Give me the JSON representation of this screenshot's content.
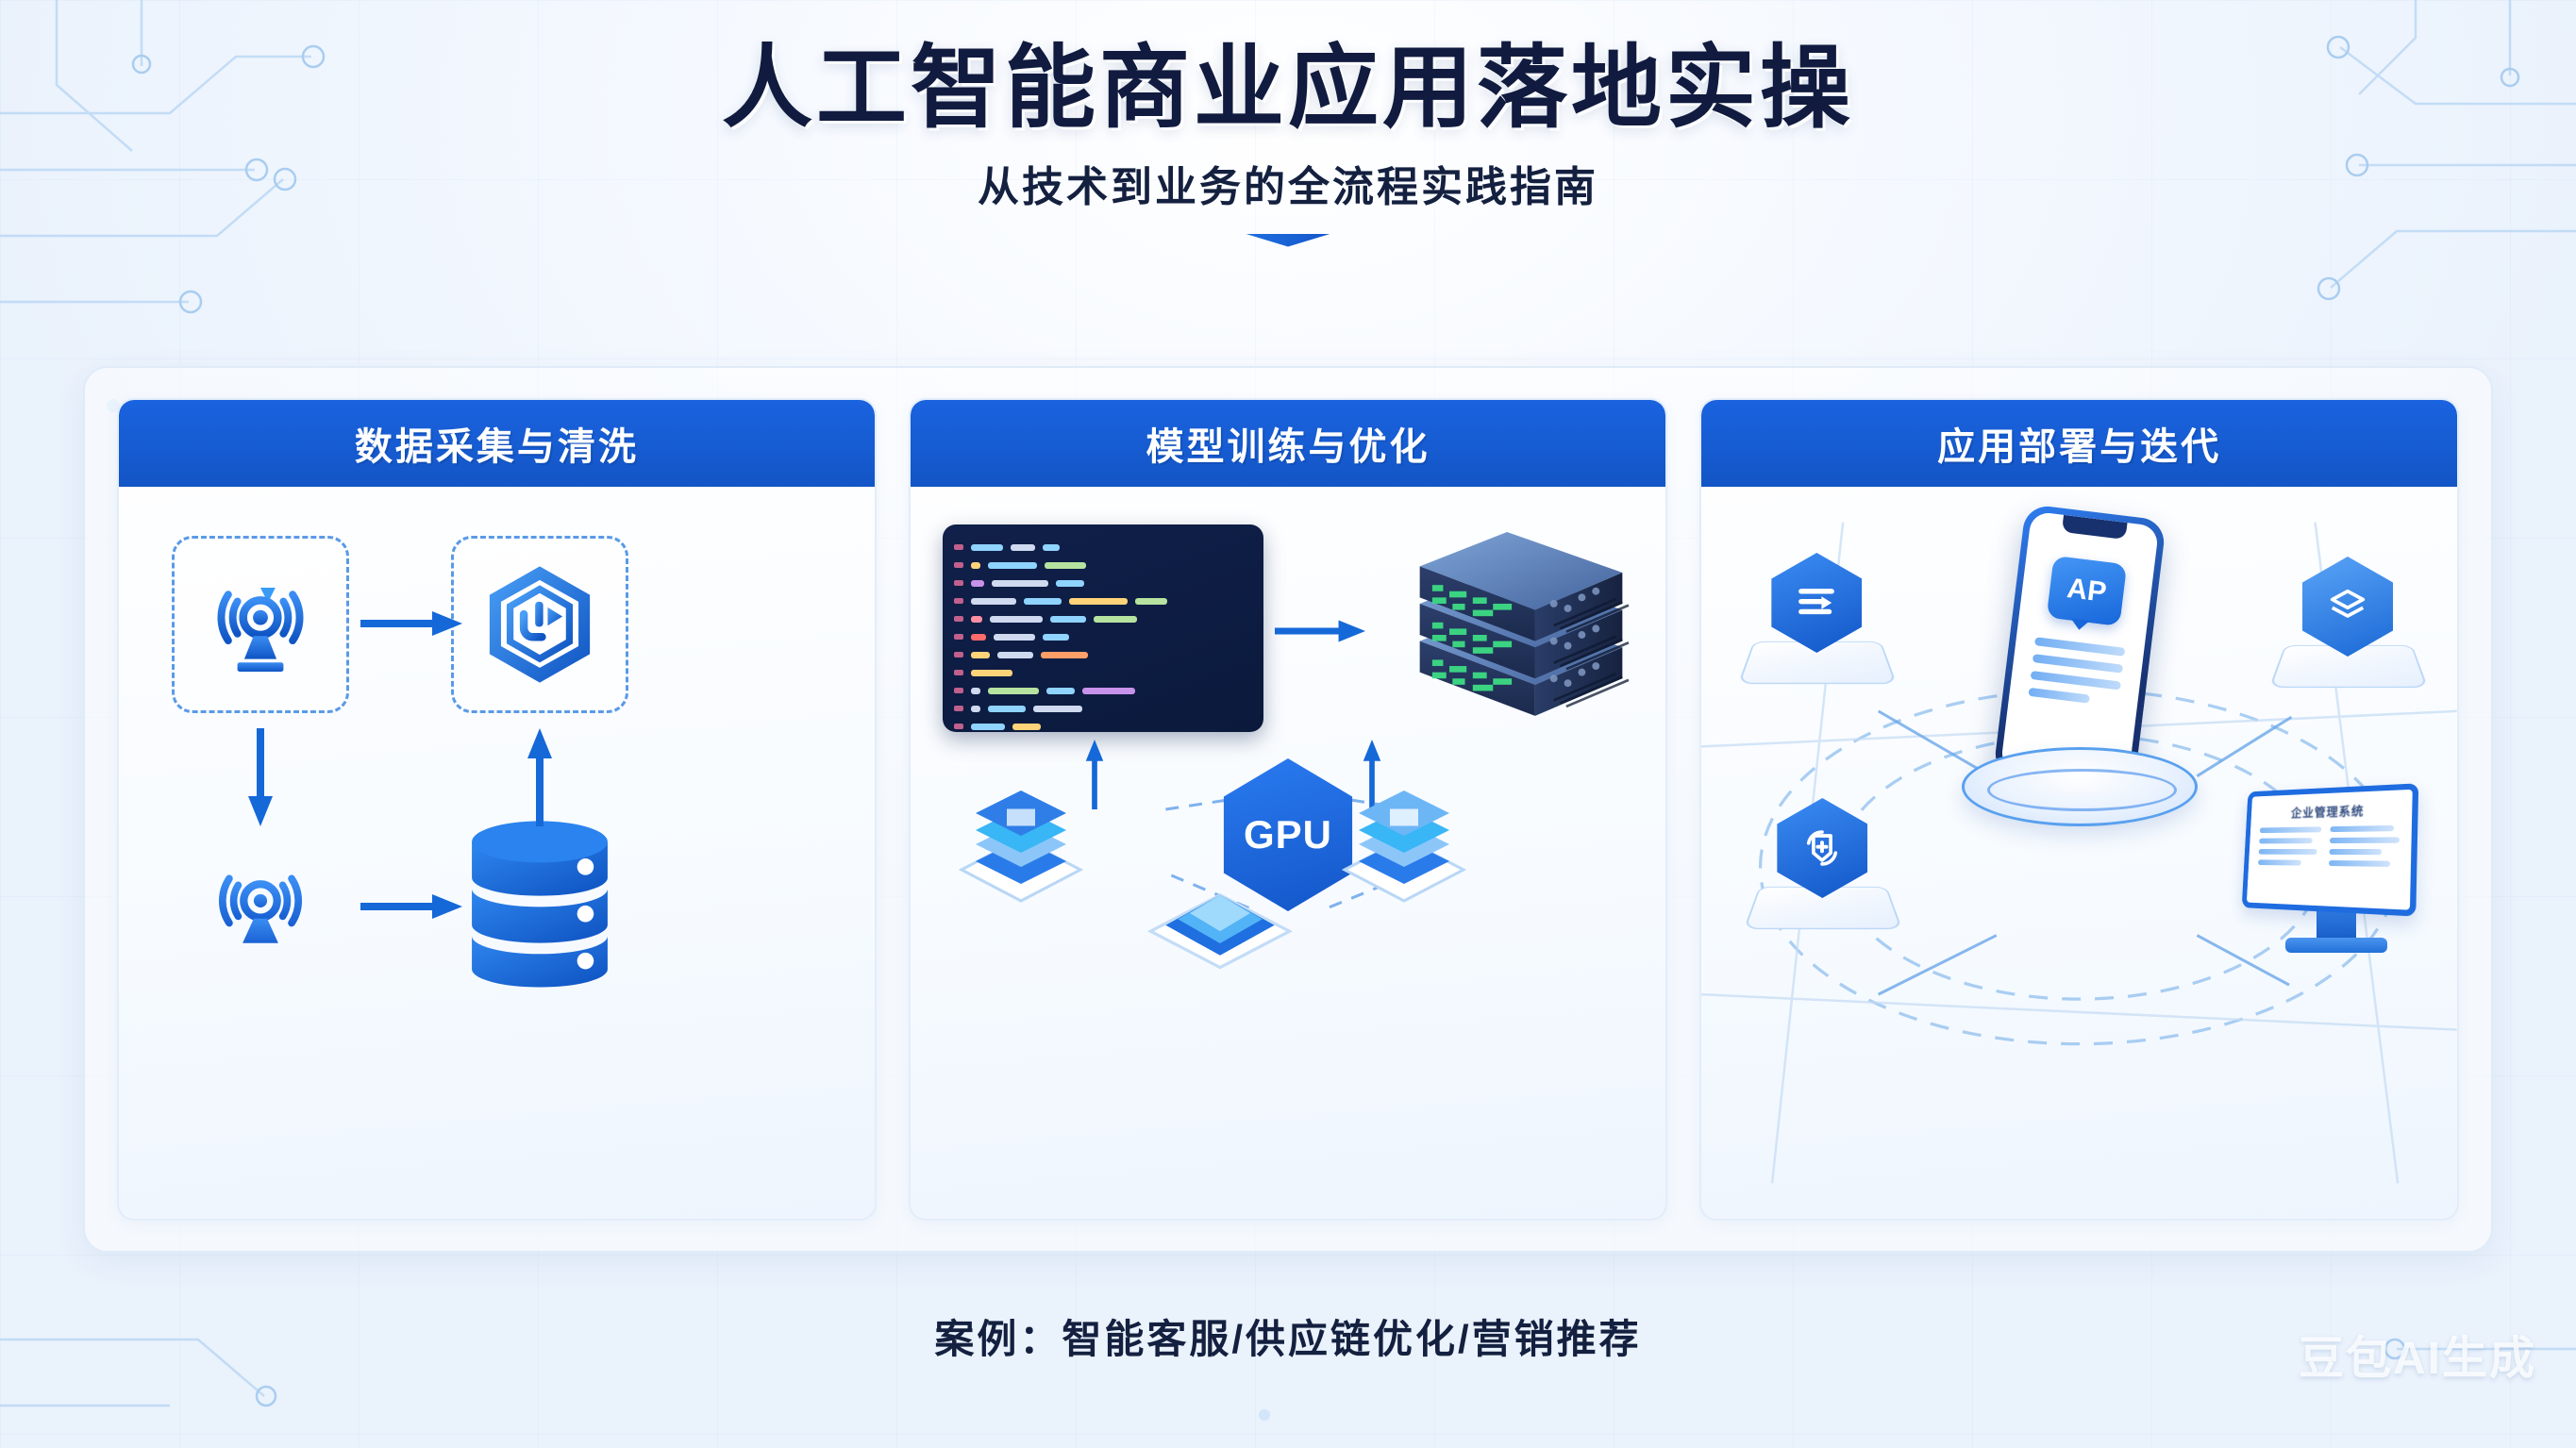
{
  "header": {
    "title": "人工智能商业应用落地实操",
    "subtitle": "从技术到业务的全流程实践指南"
  },
  "colors": {
    "title_navy": "#111b3f",
    "header_blue": "#1559D6",
    "accent_blue": "#1f6fe0",
    "light_blue": "#4596f5",
    "panel_bg": "#f7fbff",
    "code_bg": "#0b193c",
    "led_green": "#3ddc84"
  },
  "panels": [
    {
      "title": "数据采集与清洗",
      "nodes": [
        {
          "name": "sensor-antenna-top",
          "icon": "broadcast-antenna-icon"
        },
        {
          "name": "data-processing-hex",
          "icon": "hexagon-process-icon"
        },
        {
          "name": "sensor-antenna-bottom",
          "icon": "broadcast-antenna-icon"
        },
        {
          "name": "database-store",
          "icon": "database-cylinder-icon"
        }
      ],
      "arrows": [
        "arrow-right-top",
        "arrow-down-left",
        "arrow-right-bottom",
        "arrow-up-right"
      ]
    },
    {
      "title": "模型训练与优化",
      "nodes": [
        {
          "name": "code-editor",
          "icon": "code-window-icon"
        },
        {
          "name": "server-rack",
          "icon": "server-stack-icon"
        },
        {
          "name": "gpu-core",
          "icon": "gpu-hexagon-icon",
          "label": "GPU"
        },
        {
          "name": "layer-stack-left",
          "icon": "iso-layers-icon"
        },
        {
          "name": "layer-stack-right",
          "icon": "iso-layers-icon"
        },
        {
          "name": "layer-stack-bottom",
          "icon": "iso-layers-icon"
        }
      ],
      "arrows": [
        "arrow-right-code-to-server",
        "arrow-up-left",
        "arrow-up-right"
      ]
    },
    {
      "title": "应用部署与迭代",
      "nodes": [
        {
          "name": "mobile-app",
          "icon": "smartphone-icon",
          "screen_badge": "AP"
        },
        {
          "name": "api-node",
          "icon": "hexagon-list-icon"
        },
        {
          "name": "sync-node",
          "icon": "hexagon-sync-icon"
        },
        {
          "name": "cdn-node",
          "icon": "hexagon-layers-icon"
        },
        {
          "name": "desktop-dashboard",
          "icon": "monitor-icon",
          "screen_title": "企业管理系统"
        }
      ]
    }
  ],
  "code_editor": {
    "lines": [
      [
        {
          "w": 34,
          "c": "#8fd3ff"
        },
        {
          "w": 26,
          "c": "#cfd9ef"
        },
        {
          "w": 18,
          "c": "#8fd3ff"
        }
      ],
      [
        {
          "w": 10,
          "c": "#ffd479"
        },
        {
          "w": 52,
          "c": "#8fd3ff"
        },
        {
          "w": 44,
          "c": "#b6e3a0"
        }
      ],
      [
        {
          "w": 14,
          "c": "#c792ea"
        },
        {
          "w": 60,
          "c": "#cfd9ef"
        },
        {
          "w": 30,
          "c": "#8fd3ff"
        }
      ],
      [
        {
          "w": 48,
          "c": "#cfd9ef"
        },
        {
          "w": 40,
          "c": "#8fd3ff"
        },
        {
          "w": 62,
          "c": "#ffd479"
        },
        {
          "w": 34,
          "c": "#b6e3a0"
        }
      ],
      [
        {
          "w": 12,
          "c": "#ff8fa3"
        },
        {
          "w": 56,
          "c": "#cfd9ef"
        },
        {
          "w": 38,
          "c": "#8fd3ff"
        },
        {
          "w": 46,
          "c": "#b6e3a0"
        }
      ],
      [
        {
          "w": 16,
          "c": "#ff6b6b"
        },
        {
          "w": 44,
          "c": "#cfd9ef"
        },
        {
          "w": 28,
          "c": "#8fd3ff"
        }
      ],
      [
        {
          "w": 20,
          "c": "#ffd479"
        },
        {
          "w": 38,
          "c": "#cfd9ef"
        },
        {
          "w": 50,
          "c": "#ff9f68"
        }
      ],
      [
        {
          "w": 44,
          "c": "#ffd479"
        }
      ],
      [
        {
          "w": 10,
          "c": "#cfd9ef"
        },
        {
          "w": 54,
          "c": "#b6e3a0"
        },
        {
          "w": 30,
          "c": "#8fd3ff"
        },
        {
          "w": 56,
          "c": "#c792ea"
        }
      ],
      [
        {
          "w": 10,
          "c": "#cfd9ef"
        },
        {
          "w": 40,
          "c": "#8fd3ff"
        },
        {
          "w": 52,
          "c": "#cfd9ef"
        }
      ],
      [
        {
          "w": 36,
          "c": "#8fd3ff"
        },
        {
          "w": 30,
          "c": "#ffd479"
        }
      ],
      [
        {
          "w": 10,
          "c": "#cfd9ef"
        },
        {
          "w": 42,
          "c": "#8fd3ff"
        }
      ]
    ]
  },
  "gpu": {
    "label": "GPU"
  },
  "phone": {
    "badge": "AP",
    "body_lines": 4
  },
  "monitor": {
    "title": "企业管理系统",
    "rows_per_column": 4,
    "columns": 2
  },
  "footer": {
    "case_label": "案例：智能客服/供应链优化/营销推荐",
    "watermark": "豆包AI生成"
  }
}
